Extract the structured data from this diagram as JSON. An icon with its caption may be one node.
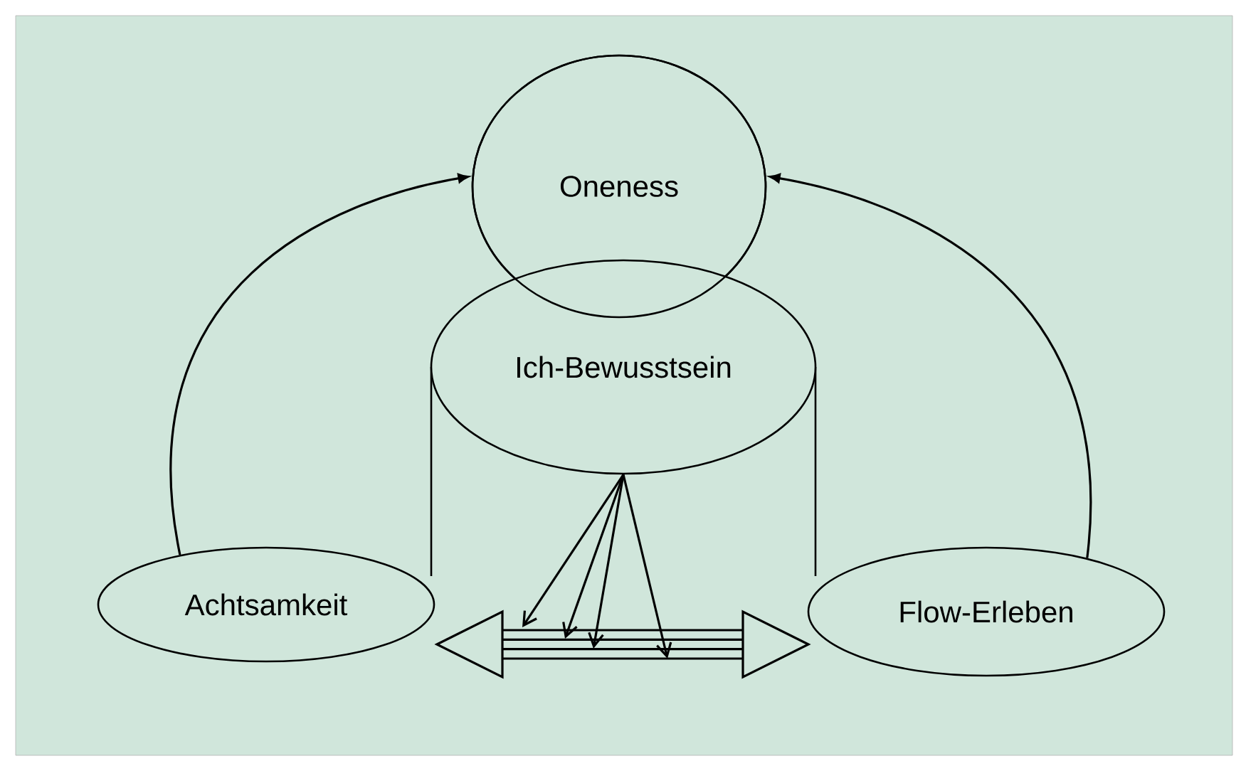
{
  "diagram": {
    "nodes": [
      {
        "text": [
          "Oneness"
        ]
      },
      {
        "text": [
          "Ich-Bewusstsein"
        ]
      },
      {
        "text": [
          "Achtsamkeit"
        ]
      },
      {
        "text": [
          "Flow-Erleben"
        ]
      }
    ],
    "edges": [
      {
        "from": 2,
        "to": 0,
        "arrow": "to"
      },
      {
        "from": 3,
        "to": 0,
        "arrow": "to"
      },
      {
        "from": 2,
        "to": 3,
        "arrow": "both"
      },
      {
        "from": 1,
        "to": null,
        "arrow": "to"
      },
      {
        "from": 1,
        "to": null,
        "arrow": "to"
      },
      {
        "from": 1,
        "to": null,
        "arrow": "to"
      },
      {
        "from": 1,
        "to": null,
        "arrow": "to"
      }
    ]
  }
}
